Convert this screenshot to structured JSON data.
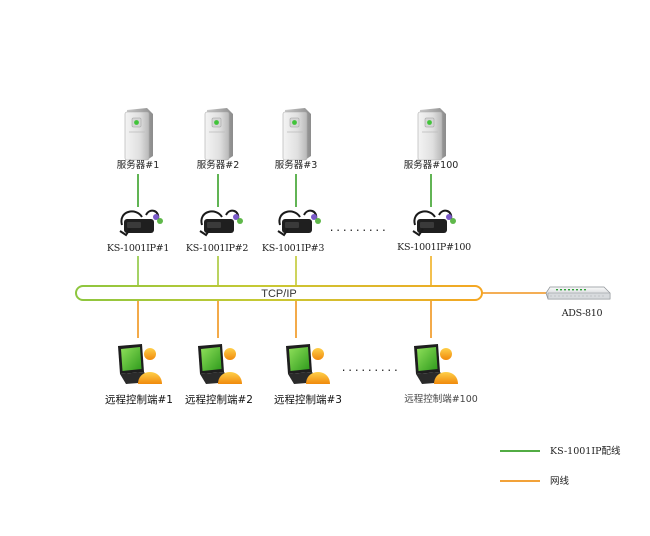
{
  "servers": [
    "服务器#1",
    "服务器#2",
    "服务器#3",
    "服务器#100"
  ],
  "ks_modules": [
    "KS-1001IP#1",
    "KS-1001IP#2",
    "KS-1001IP#3",
    "KS-1001IP#100"
  ],
  "clients": [
    "远程控制端#1",
    "远程控制端#2",
    "远程控制端#3",
    "远程控制端#100"
  ],
  "bus_label": "TCP/IP",
  "ellipsis": ".........",
  "ads_device": "ADS-810",
  "legend": [
    {
      "label": "KS-1001IP配线",
      "color": "#3aa12a"
    },
    {
      "label": "网线",
      "color": "#f0941d"
    }
  ],
  "colors": {
    "green": "#3aa12a",
    "orange": "#f0941d"
  }
}
